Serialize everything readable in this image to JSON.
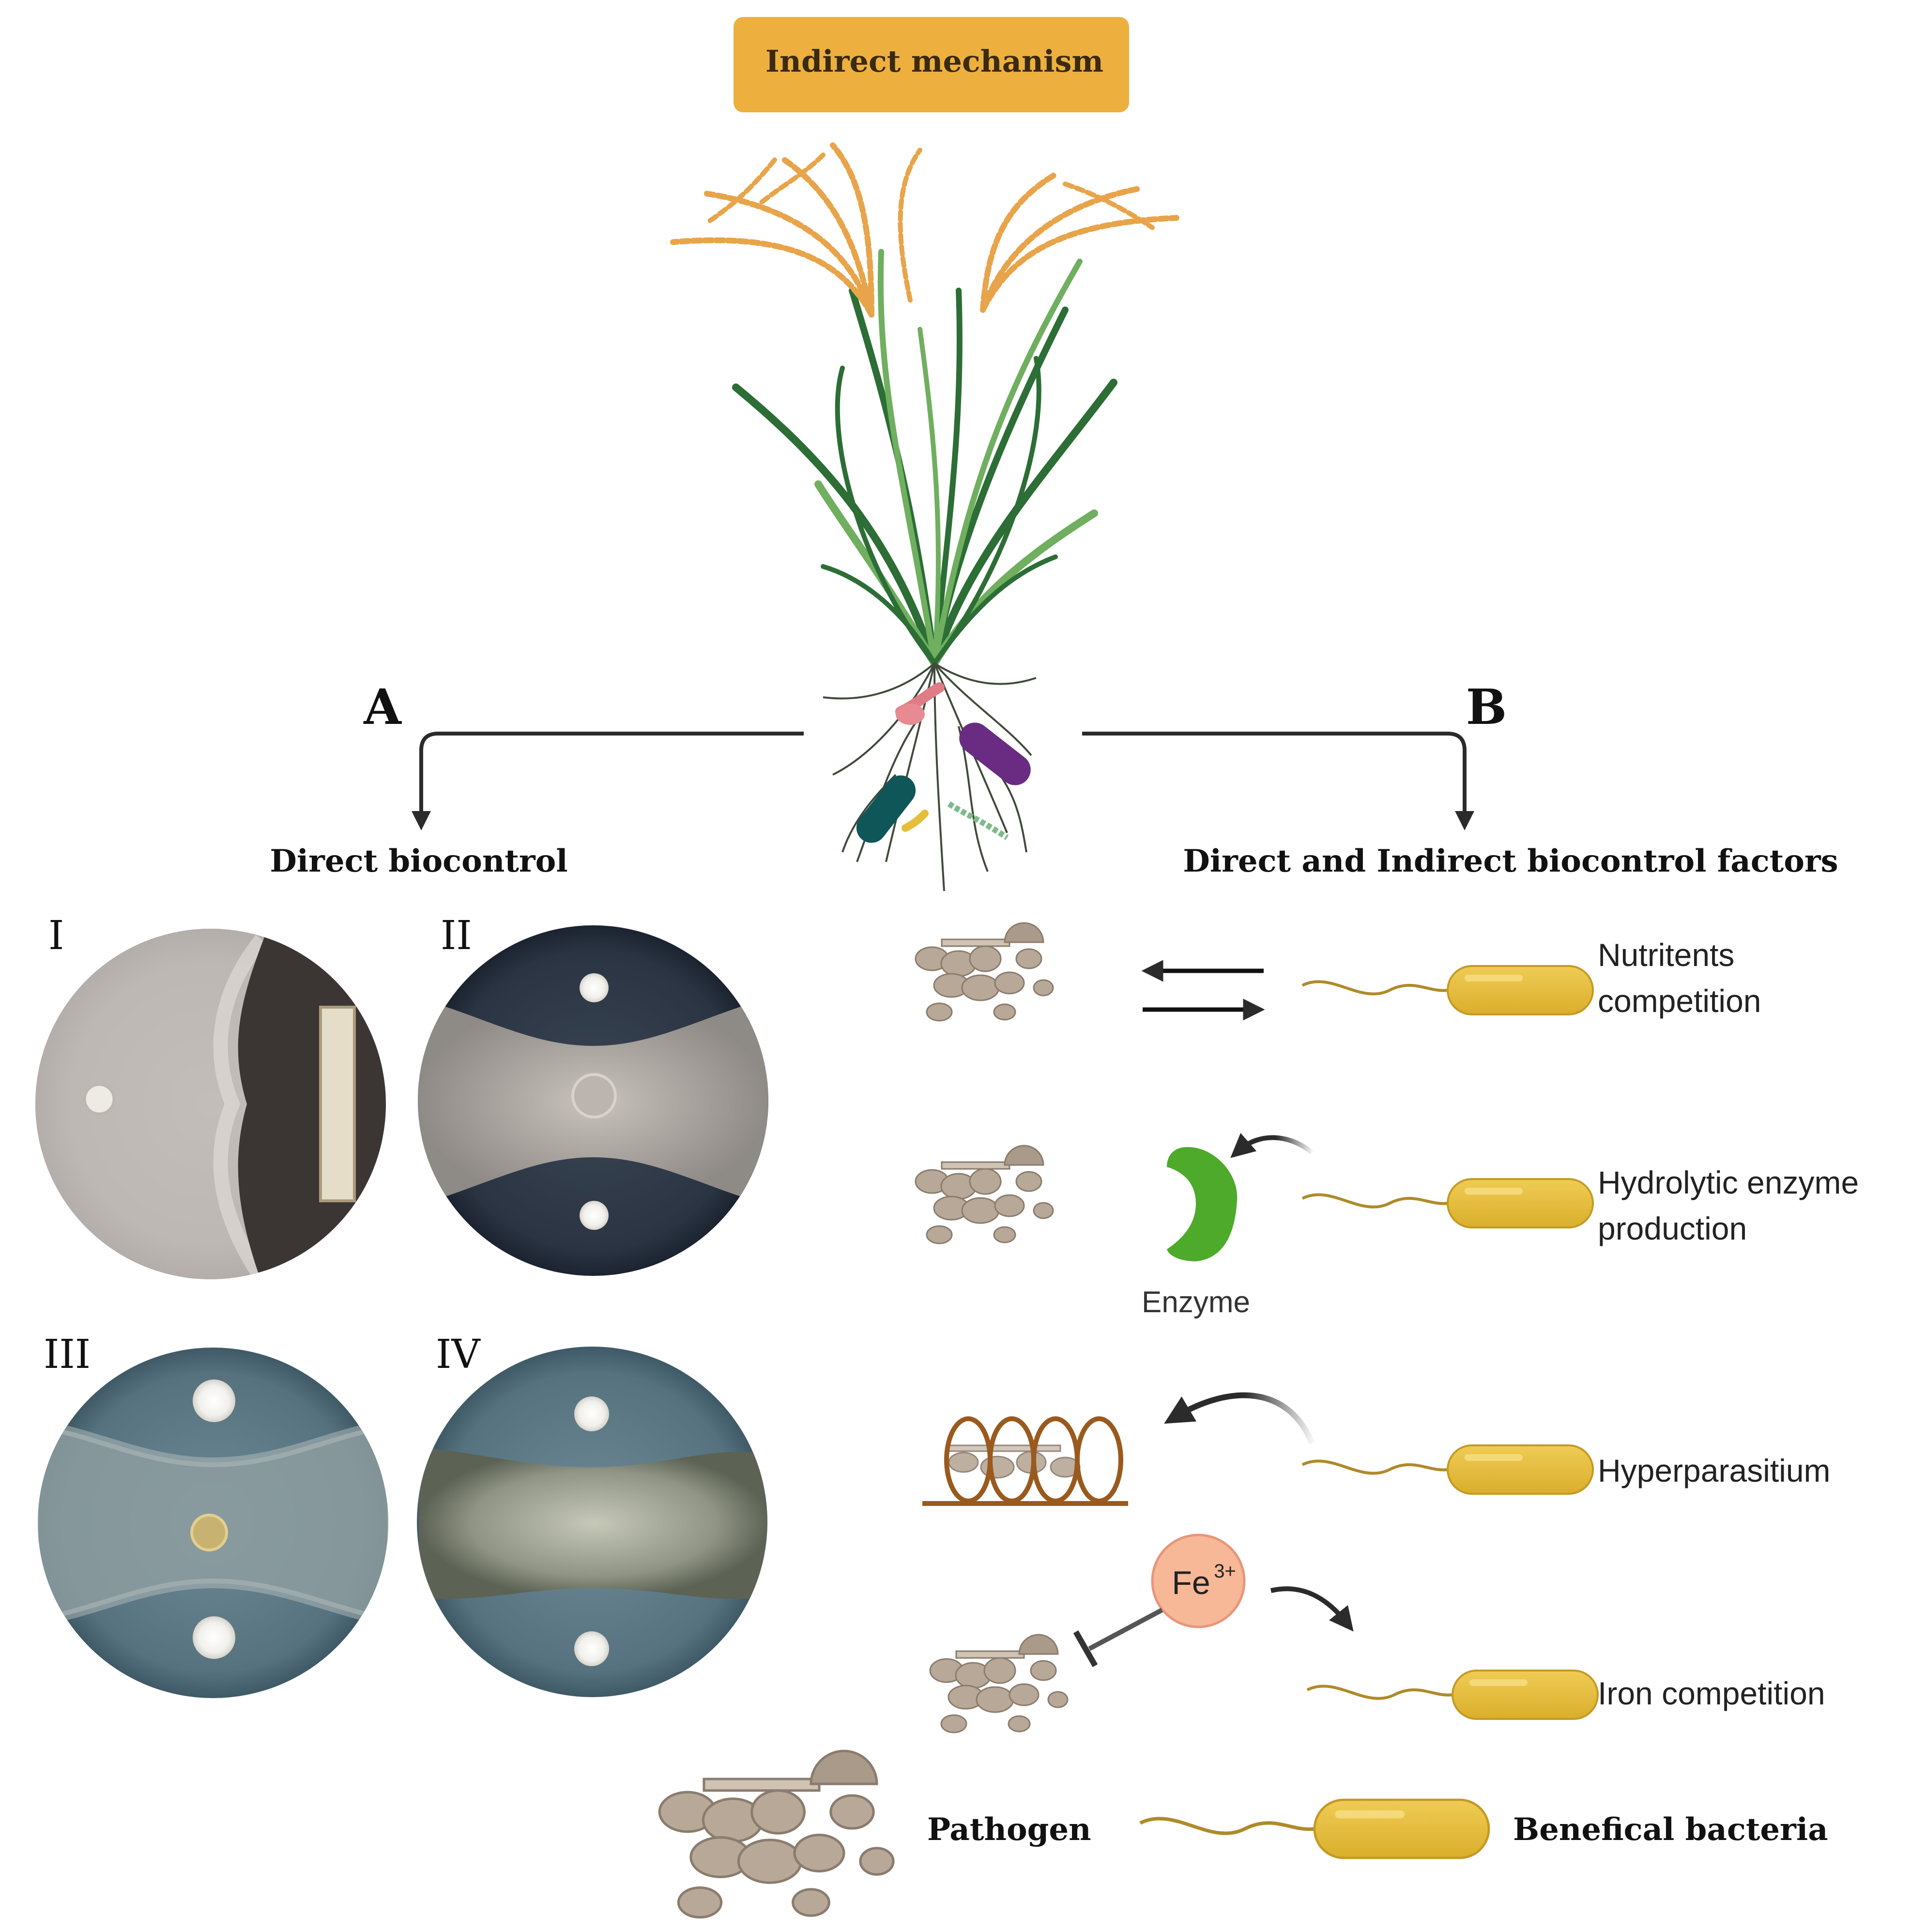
{
  "title": "Indirect mechanism",
  "branch_a": {
    "letter": "A",
    "label": "Direct biocontrol"
  },
  "branch_b": {
    "letter": "B",
    "label": "Direct and Indirect biocontrol factors"
  },
  "plates": [
    {
      "numeral": "I"
    },
    {
      "numeral": "II"
    },
    {
      "numeral": "III"
    },
    {
      "numeral": "IV"
    }
  ],
  "factors": [
    {
      "line1": "Nutritents",
      "line2": "competition"
    },
    {
      "line1": "Hydrolytic enzyme",
      "line2": "production"
    },
    {
      "line1": "Hyperparasitium"
    },
    {
      "line1": "Iron competition"
    }
  ],
  "enzyme_label": "Enzyme",
  "iron_label": "Fe",
  "iron_charge": "3+",
  "legend": {
    "pathogen": "Pathogen",
    "bacteria": "Benefical  bacteria"
  },
  "colors": {
    "title_box": "#EDB03F",
    "grain": "#E8A44A",
    "leaf_dark": "#2C6E35",
    "leaf_light": "#6FAF5F",
    "bacterium": "#E6BE3A",
    "enzyme": "#4DAA2A",
    "iron": "#F6B896",
    "pathogen": "#B7A897",
    "coil": "#B5651D",
    "arrow": "#2B2B2B"
  }
}
